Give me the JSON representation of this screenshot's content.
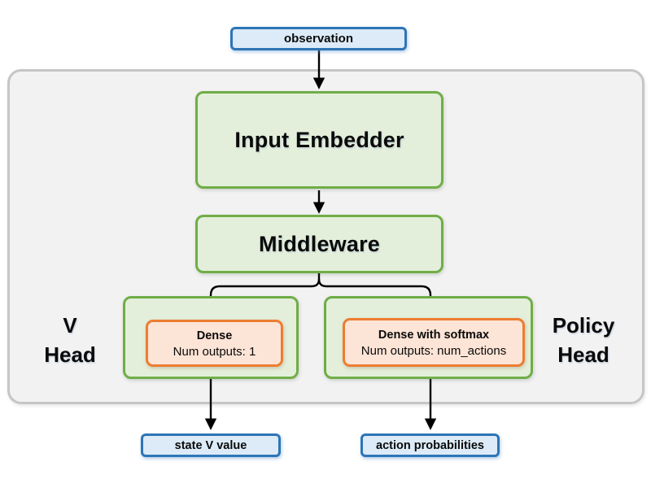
{
  "colors": {
    "blue_border": "#2E75B6",
    "blue_fill": "#DCEBF7",
    "green_border": "#70AD47",
    "green_fill": "#E3EFDA",
    "orange_border": "#ED7D31",
    "orange_fill": "#FCE4D6",
    "backdrop_fill": "#F2F2F2",
    "backdrop_border": "#C6C6C6",
    "arrow": "#000000"
  },
  "nodes": {
    "observation": {
      "label": "observation"
    },
    "input_embedder": {
      "label": "Input Embedder"
    },
    "middleware": {
      "label": "Middleware"
    },
    "v_head": {
      "label_line1": "V",
      "label_line2": "Head",
      "dense": {
        "title": "Dense",
        "subtitle": "Num outputs: 1"
      },
      "output": {
        "label": "state V value"
      }
    },
    "policy_head": {
      "label_line1": "Policy",
      "label_line2": "Head",
      "dense": {
        "title": "Dense with softmax",
        "subtitle": "Num outputs: num_actions"
      },
      "output": {
        "label": "action probabilities"
      }
    }
  }
}
